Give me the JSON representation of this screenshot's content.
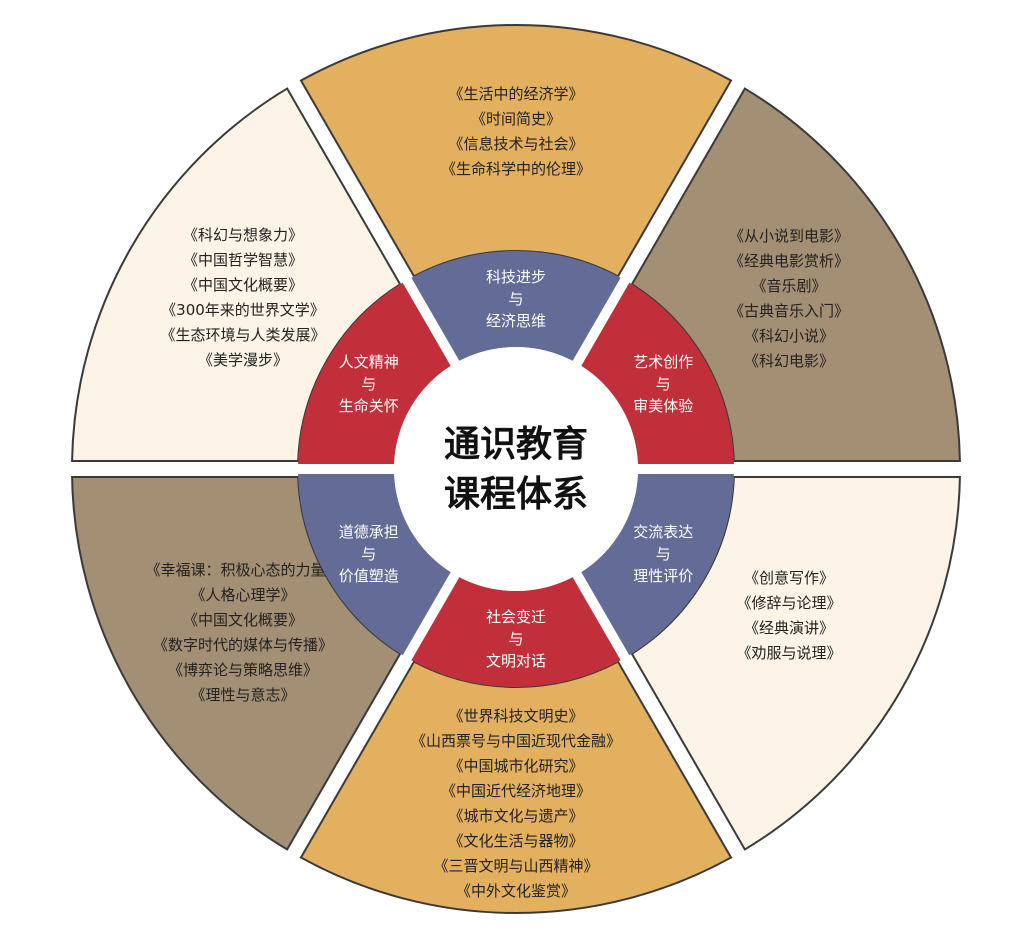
{
  "title_lines": [
    "通识教育",
    "课程体系"
  ],
  "colors": {
    "gold": "#e2b05e",
    "brown": "#a38f74",
    "cream": "#fdf3e6",
    "red": "#c1303a",
    "slate": "#636b97"
  },
  "categories": [
    {
      "lines": [
        "科技进步",
        "与",
        "经济思维"
      ],
      "color": "slate"
    },
    {
      "lines": [
        "艺术创作",
        "与",
        "审美体验"
      ],
      "color": "red"
    },
    {
      "lines": [
        "交流表达",
        "与",
        "理性评价"
      ],
      "color": "slate"
    },
    {
      "lines": [
        "社会变迁",
        "与",
        "文明对话"
      ],
      "color": "red"
    },
    {
      "lines": [
        "道德承担",
        "与",
        "价值塑造"
      ],
      "color": "slate"
    },
    {
      "lines": [
        "人文精神",
        "与",
        "生命关怀"
      ],
      "color": "red"
    }
  ],
  "course_groups": [
    {
      "color": "gold",
      "courses": [
        "《生活中的经济学》",
        "《时间简史》",
        "《信息技术与社会》",
        "《生命科学中的伦理》"
      ]
    },
    {
      "color": "brown",
      "courses": [
        "《从小说到电影》",
        "《经典电影赏析》",
        "《音乐剧》",
        "《古典音乐入门》",
        "《科幻小说》",
        "《科幻电影》"
      ]
    },
    {
      "color": "cream",
      "courses": [
        "《创意写作》",
        "《修辞与论理》",
        "《经典演讲》",
        "《劝服与说理》"
      ]
    },
    {
      "color": "gold",
      "courses": [
        "《世界科技文明史》",
        "《山西票号与中国近现代金融》",
        "《中国城市化研究》",
        "《中国近代经济地理》",
        "《城市文化与遗产》",
        "《文化生活与器物》",
        "《三晋文明与山西精神》",
        "《中外文化鉴赏》"
      ]
    },
    {
      "color": "brown",
      "courses": [
        "《幸福课：积极心态的力量》",
        "《人格心理学》",
        "《中国文化概要》",
        "《数字时代的媒体与传播》",
        "《博弈论与策略思维》",
        "《理性与意志》"
      ]
    },
    {
      "color": "cream",
      "courses": [
        "《科幻与想象力》",
        "《中国哲学智慧》",
        "《中国文化概要》",
        "《300年来的世界文学》",
        "《生态环境与人类发展》",
        "《美学漫步》"
      ]
    }
  ]
}
